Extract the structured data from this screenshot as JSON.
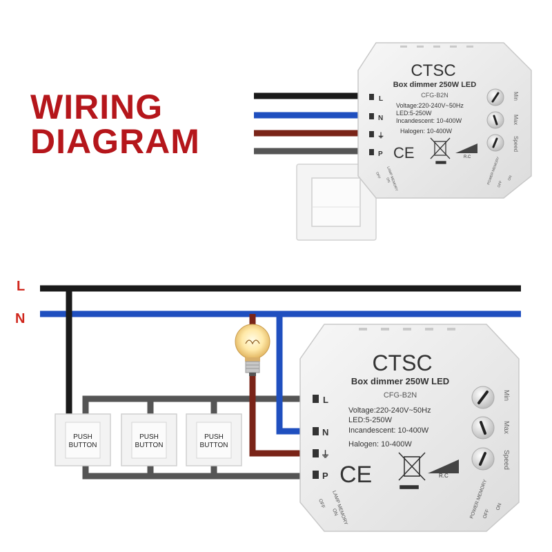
{
  "title": {
    "line1": "WIRING",
    "line2": "DIAGRAM"
  },
  "bus_labels": {
    "live": "L",
    "neutral": "N"
  },
  "device": {
    "brand": "CTSC",
    "model": "Box dimmer 250W LED",
    "code": "CFG-B2N",
    "specs": [
      "Voltage:220-240V~50Hz",
      "LED:5-250W",
      "Incandescent: 10-400W",
      "Halogen: 10-400W"
    ],
    "terminals": [
      "L",
      "N",
      "⏚",
      "P"
    ],
    "knobs": [
      "Min",
      "Max",
      "Speed"
    ],
    "lamp_memory": {
      "title": "LAMP MEMORY",
      "off": "OFF",
      "on": "ON"
    },
    "power_memory": {
      "title": "POWER MEMORY",
      "off": "OFF",
      "on": "ON"
    },
    "ce": "CE",
    "rc": "R.C"
  },
  "push_button": {
    "line1": "PUSH",
    "line2": "BUTTON"
  },
  "colors": {
    "title_red": "#b5161b",
    "wire_live": "#1a1a1a",
    "wire_neutral": "#1f4fbf",
    "wire_brown": "#7a2418",
    "wire_grey": "#555555",
    "device_body": "#ececec"
  }
}
